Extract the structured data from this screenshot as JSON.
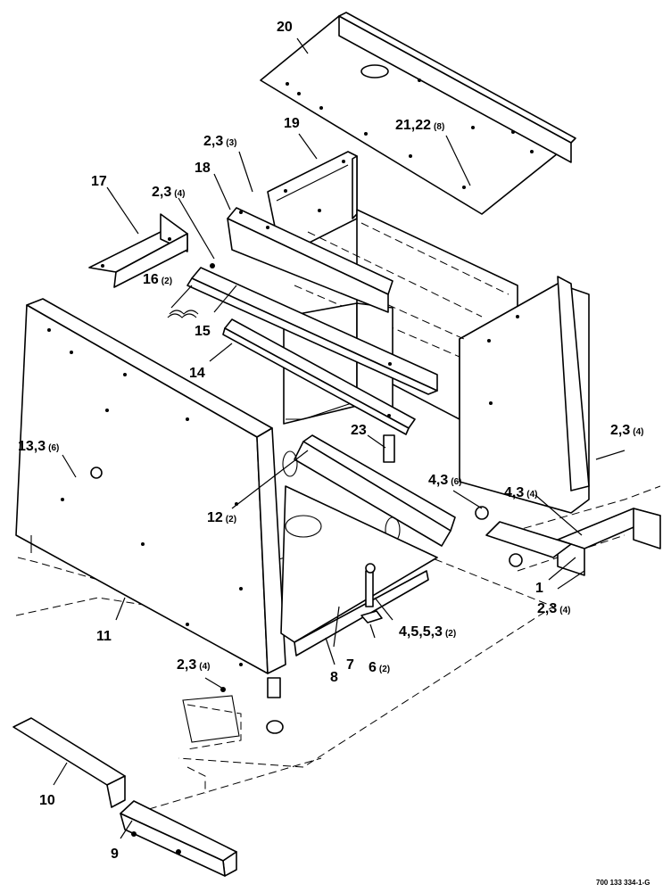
{
  "callouts": [
    {
      "id": "c20",
      "num": "20",
      "qty": ""
    },
    {
      "id": "c19",
      "num": "19",
      "qty": ""
    },
    {
      "id": "c21",
      "num": "21,22",
      "qty": "(8)"
    },
    {
      "id": "c23a",
      "num": "2,3",
      "qty": "(3)"
    },
    {
      "id": "c18",
      "num": "18",
      "qty": ""
    },
    {
      "id": "c17",
      "num": "17",
      "qty": ""
    },
    {
      "id": "c24a",
      "num": "2,3",
      "qty": "(4)"
    },
    {
      "id": "c16",
      "num": "16",
      "qty": "(2)"
    },
    {
      "id": "c15",
      "num": "15",
      "qty": ""
    },
    {
      "id": "c14",
      "num": "14",
      "qty": ""
    },
    {
      "id": "c23",
      "num": "23",
      "qty": ""
    },
    {
      "id": "c13",
      "num": "13,3",
      "qty": "(6)"
    },
    {
      "id": "c12",
      "num": "12",
      "qty": "(2)"
    },
    {
      "id": "c4a",
      "num": "4,3",
      "qty": "(6)"
    },
    {
      "id": "c4b",
      "num": "4,3",
      "qty": "(4)"
    },
    {
      "id": "c2r",
      "num": "2,3",
      "qty": "(4)"
    },
    {
      "id": "c1",
      "num": "1",
      "qty": ""
    },
    {
      "id": "c2b",
      "num": "2,3",
      "qty": "(4)"
    },
    {
      "id": "c11",
      "num": "11",
      "qty": ""
    },
    {
      "id": "c45",
      "num": "4,5,5,3",
      "qty": "(2)"
    },
    {
      "id": "c7",
      "num": "7",
      "qty": ""
    },
    {
      "id": "c6",
      "num": "6",
      "qty": "(2)"
    },
    {
      "id": "c2l",
      "num": "2,3",
      "qty": "(4)"
    },
    {
      "id": "c8",
      "num": "8",
      "qty": ""
    },
    {
      "id": "c10",
      "num": "10",
      "qty": ""
    },
    {
      "id": "c9",
      "num": "9",
      "qty": ""
    }
  ],
  "drawing_number": "700 133 334-1-G"
}
